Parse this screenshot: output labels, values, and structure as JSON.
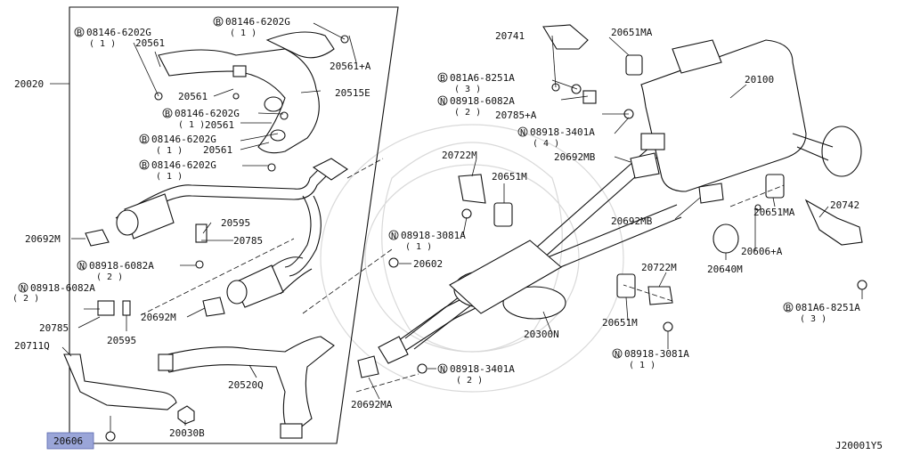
{
  "diagram_code": "J20001Y5",
  "highlight_color": "#9aa5d8",
  "labels": {
    "p20020": "20020",
    "b08146_6202g_a": "08146-6202G",
    "q1_a": "( 1 )",
    "p20561_a": "20561",
    "b08146_6202g_b": "08146-6202G",
    "q1_b": "( 1 )",
    "p20561_plus_a": "20561+A",
    "p20515e": "20515E",
    "p20561_b": "20561",
    "b08146_6202g_c": "08146-6202G",
    "q1_c": "( 1 )",
    "p20561_c": "20561",
    "b08146_6202g_d": "08146-6202G",
    "q1_d": "( 1 )",
    "p20561_d": "20561",
    "b08146_6202g_e": "08146-6202G",
    "q1_e": "( 1 )",
    "p20595_a": "20595",
    "p20785_a": "20785",
    "p20692m_a": "20692M",
    "n08918_6082a_a": "08918-6082A",
    "q2_a": "( 2 )",
    "p20602": "20602",
    "n08918_6082a_b": "08918-6082A",
    "q2_b": "( 2 )",
    "p20692m_b": "20692M",
    "p20785_b": "20785",
    "p20595_b": "20595",
    "p20711q": "20711Q",
    "p20520q": "20520Q",
    "p20030b": "20030B",
    "p20606": "20606",
    "p20741": "20741",
    "p20651ma_a": "20651MA",
    "b081a6_8251a_a": "081A6-8251A",
    "q3_a": "( 3 )",
    "n08918_6082a_c": "08918-6082A",
    "q2_c": "( 2 )",
    "p20785_plus_a": "20785+A",
    "p20100": "20100",
    "n08918_3401a_a": "08918-3401A",
    "q4_a": "( 4 )",
    "p20692mb_a": "20692MB",
    "p20722m_a": "20722M",
    "p20651m_a": "20651M",
    "n08918_3081a_a": "08918-3081A",
    "q1_f": "( 1 )",
    "p20692mb_b": "20692MB",
    "p20651ma_b": "20651MA",
    "p20742": "20742",
    "p20606_plus_a": "20606+A",
    "p20640m": "20640M",
    "p20722m_b": "20722M",
    "p20651m_b": "20651M",
    "p20300n": "20300N",
    "n08918_3081a_b": "08918-3081A",
    "q1_g": "( 1 )",
    "b081a6_8251a_b": "081A6-8251A",
    "q3_b": "( 3 )",
    "n08918_3401a_b": "08918-3401A",
    "q2_d": "( 2 )",
    "p20692ma": "20692MA"
  },
  "prefix": {
    "bolt": "B",
    "nut": "N"
  }
}
